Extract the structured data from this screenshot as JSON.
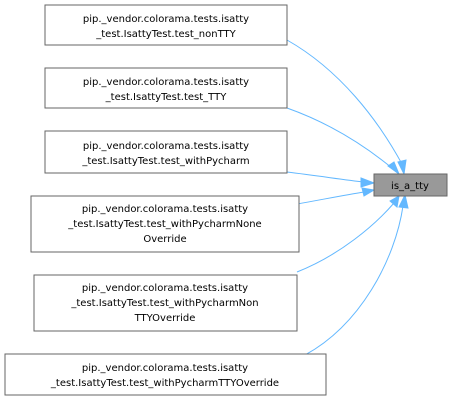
{
  "target": {
    "label": "is_a_tty"
  },
  "callers": [
    {
      "lines": [
        "pip._vendor.colorama.tests.isatty",
        "_test.IsattyTest.test_nonTTY"
      ]
    },
    {
      "lines": [
        "pip._vendor.colorama.tests.isatty",
        "_test.IsattyTest.test_TTY"
      ]
    },
    {
      "lines": [
        "pip._vendor.colorama.tests.isatty",
        "_test.IsattyTest.test_withPycharm"
      ]
    },
    {
      "lines": [
        "pip._vendor.colorama.tests.isatty",
        "_test.IsattyTest.test_withPycharmNone",
        "Override"
      ]
    },
    {
      "lines": [
        "pip._vendor.colorama.tests.isatty",
        "_test.IsattyTest.test_withPycharmNon",
        "TTYOverride"
      ]
    },
    {
      "lines": [
        "pip._vendor.colorama.tests.isatty",
        "_test.IsattyTest.test_withPycharmTTYOverride"
      ]
    }
  ],
  "colors": {
    "edge": "#63b8ff",
    "target_fill": "#999999",
    "border": "#666666"
  }
}
